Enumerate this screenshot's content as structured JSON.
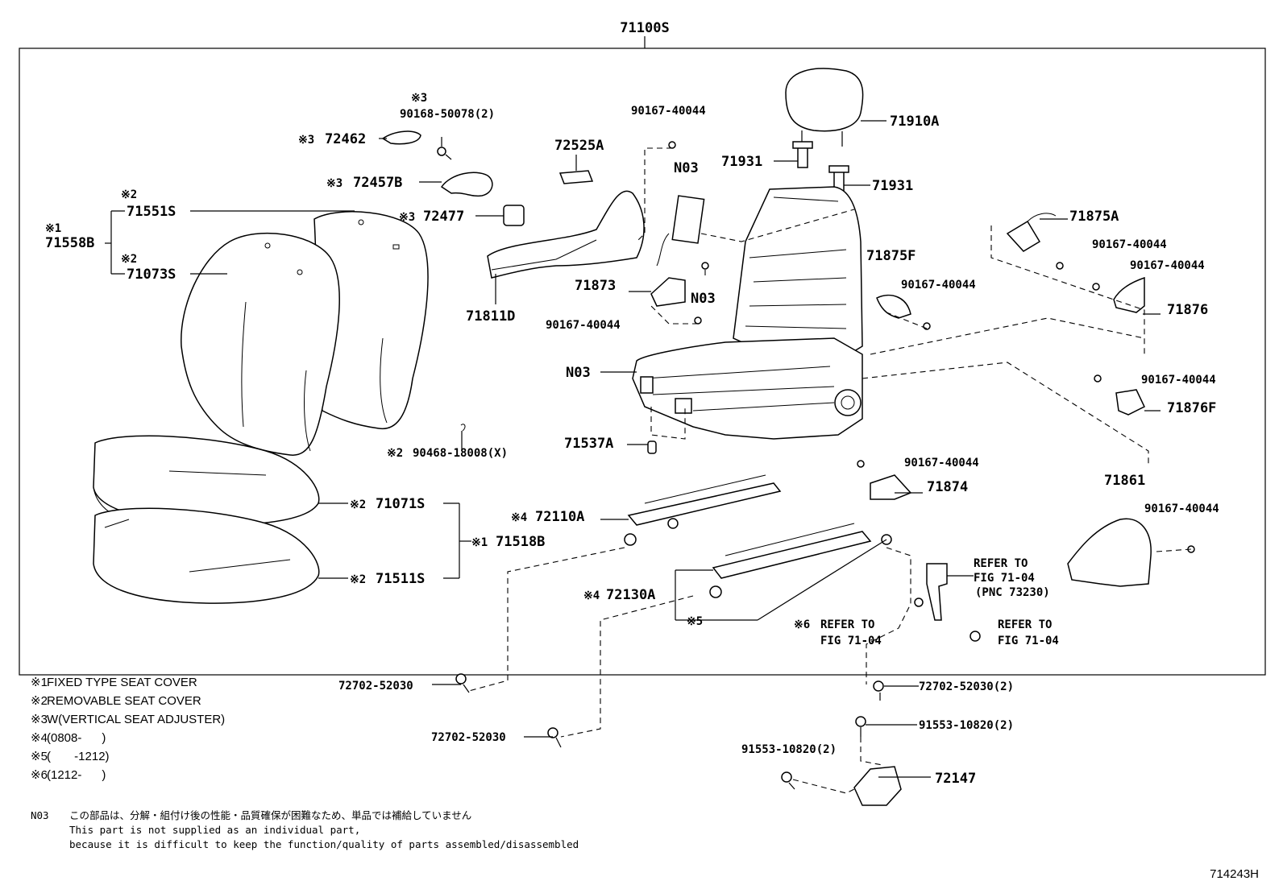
{
  "assembly": {
    "number": "71100S"
  },
  "figure_code": "714243H",
  "labels": {
    "p71558B": "71558B",
    "m1": "※1",
    "p71551S": "71551S",
    "p71073S": "71073S",
    "m2": "※2",
    "p72462": "72462",
    "p72457B": "72457B",
    "p72477": "72477",
    "m3": "※3",
    "p90168": "90168-50078(2)",
    "p72525A": "72525A",
    "p71811D": "71811D",
    "p90167_top": "90167-40044",
    "n03_top": "N03",
    "n03_mid": "N03",
    "n03_frame": "N03",
    "p71873": "71873",
    "p90167_71873": "90167-40044",
    "p71910A": "71910A",
    "p71931_left": "71931",
    "p71931_right": "71931",
    "p71875F": "71875F",
    "p90167_71875F": "90167-40044",
    "p71875A": "71875A",
    "p90167_r1": "90167-40044",
    "p90167_r2": "90167-40044",
    "p71876": "71876",
    "p90167_r3": "90167-40044",
    "p71876F": "71876F",
    "p71537A": "71537A",
    "p90468": "90468-18008(X)",
    "p90167_71874": "90167-40044",
    "p71874": "71874",
    "p71861": "71861",
    "p90167_71861": "90167-40044",
    "p71071S": "71071S",
    "p71518B": "71518B",
    "p71511S": "71511S",
    "p72110A": "72110A",
    "m4": "※4",
    "p72130A": "72130A",
    "m5": "※5",
    "m6": "※6",
    "refer1_a": "REFER TO",
    "refer1_b": "FIG 71-04",
    "refer1_c": "(PNC 73230)",
    "refer2_a": "REFER TO",
    "refer2_b": "FIG 71-04",
    "refer3_a": "REFER TO",
    "refer3_b": "FIG 71-04",
    "p72702_a": "72702-52030",
    "p72702_b": "72702-52030",
    "p72702_c": "72702-52030(2)",
    "p91553_a": "91553-10820(2)",
    "p91553_b": "91553-10820(2)",
    "p72147": "72147"
  },
  "legend": [
    {
      "mark": "※1",
      "text": "FIXED TYPE SEAT COVER"
    },
    {
      "mark": "※2",
      "text": "REMOVABLE SEAT COVER"
    },
    {
      "mark": "※3",
      "text": "W(VERTICAL SEAT ADJUSTER)"
    },
    {
      "mark": "※4",
      "text": "(0808-      )"
    },
    {
      "mark": "※5",
      "text": "(       -1212)"
    },
    {
      "mark": "※6",
      "text": "(1212-      )"
    }
  ],
  "footnote": {
    "code": "N03",
    "jp": "この部品は、分解・組付け後の性能・品質確保が困難なため、単品では補給していません",
    "en1": "This part is not supplied as an individual part,",
    "en2": "because it is difficult to keep the function/quality of parts assembled/disassembled"
  }
}
